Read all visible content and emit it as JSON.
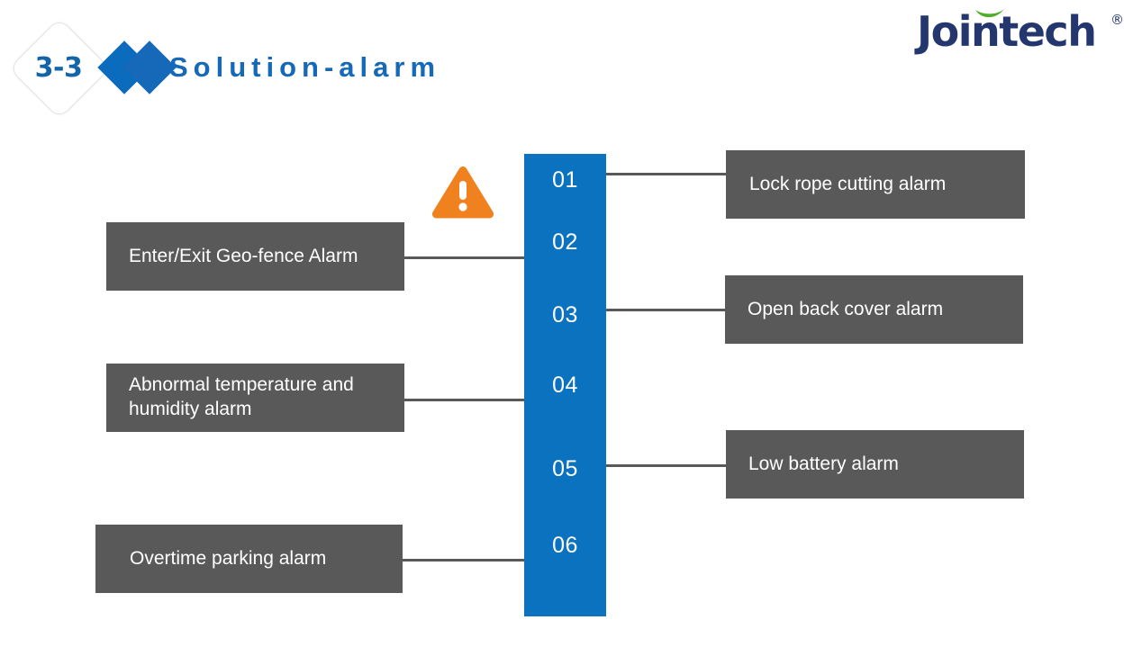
{
  "header": {
    "badge": "3-3",
    "title": "Solution-alarm",
    "diamond_left_icon": "diamond-icon",
    "diamond_right_icon": "diamond-icon"
  },
  "brand": {
    "name": "Jointech",
    "registered_mark": "®",
    "swoosh_icon": "green-swoosh-icon",
    "color": "#23366e",
    "swoosh_color": "#4caf27"
  },
  "colors": {
    "accent_blue": "#0b72c0",
    "box_gray": "#595959",
    "title_blue": "#1569b8",
    "warning_orange": "#f0811f",
    "background": "#ffffff"
  },
  "center_column": {
    "steps": [
      {
        "number": "01",
        "side": "right"
      },
      {
        "number": "02",
        "side": "left"
      },
      {
        "number": "03",
        "side": "right"
      },
      {
        "number": "04",
        "side": "left"
      },
      {
        "number": "05",
        "side": "right"
      },
      {
        "number": "06",
        "side": "left"
      }
    ]
  },
  "left_items": [
    {
      "label": "Enter/Exit Geo-fence Alarm",
      "step": "02"
    },
    {
      "label": "Abnormal temperature and humidity alarm",
      "step": "04"
    },
    {
      "label": "Overtime parking alarm",
      "step": "06"
    }
  ],
  "right_items": [
    {
      "label": "Lock rope cutting alarm",
      "step": "01"
    },
    {
      "label": "Open back cover alarm",
      "step": "03"
    },
    {
      "label": "Low battery alarm",
      "step": "05"
    }
  ],
  "warning": {
    "icon": "warning-triangle-icon"
  }
}
